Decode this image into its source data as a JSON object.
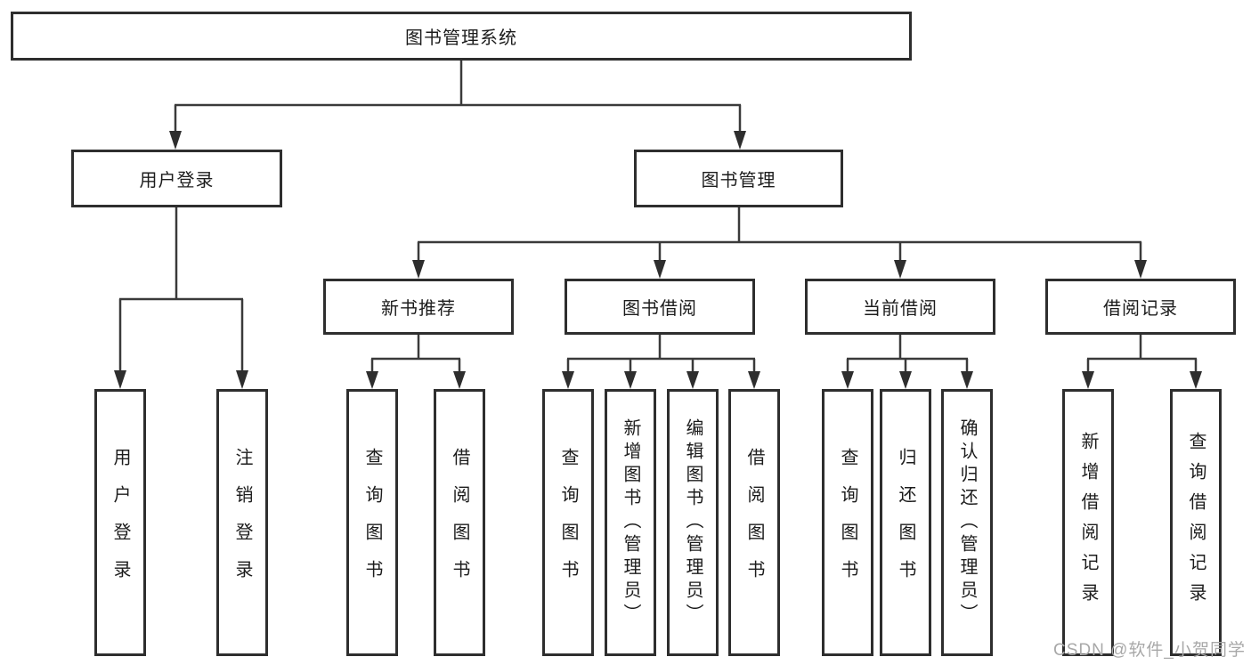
{
  "tree": {
    "root": "图书管理系统",
    "level1": [
      {
        "label": "用户登录"
      },
      {
        "label": "图书管理"
      }
    ],
    "level2": [
      {
        "label": "新书推荐"
      },
      {
        "label": "图书借阅"
      },
      {
        "label": "当前借阅"
      },
      {
        "label": "借阅记录"
      }
    ],
    "leaves": {
      "user_login": [
        "用户登录",
        "注销登录"
      ],
      "new_books": [
        "查询图书",
        "借阅图书"
      ],
      "book_borrow": [
        "查询图书",
        "新增图书（管理员）",
        "编辑图书（管理员）",
        "借阅图书"
      ],
      "current_borrow": [
        "查询图书",
        "归还图书",
        "确认归还（管理员）"
      ],
      "borrow_records": [
        "新增借阅记录",
        "查询借阅记录"
      ]
    }
  },
  "watermark": {
    "text": "CSDN @软件_小贺同学"
  },
  "colors": {
    "background": "#ffffff",
    "line": "#3a3a3a",
    "box_border": "#2e2e2e",
    "text": "#1c1c1c",
    "watermark": "#a8a8a8"
  }
}
